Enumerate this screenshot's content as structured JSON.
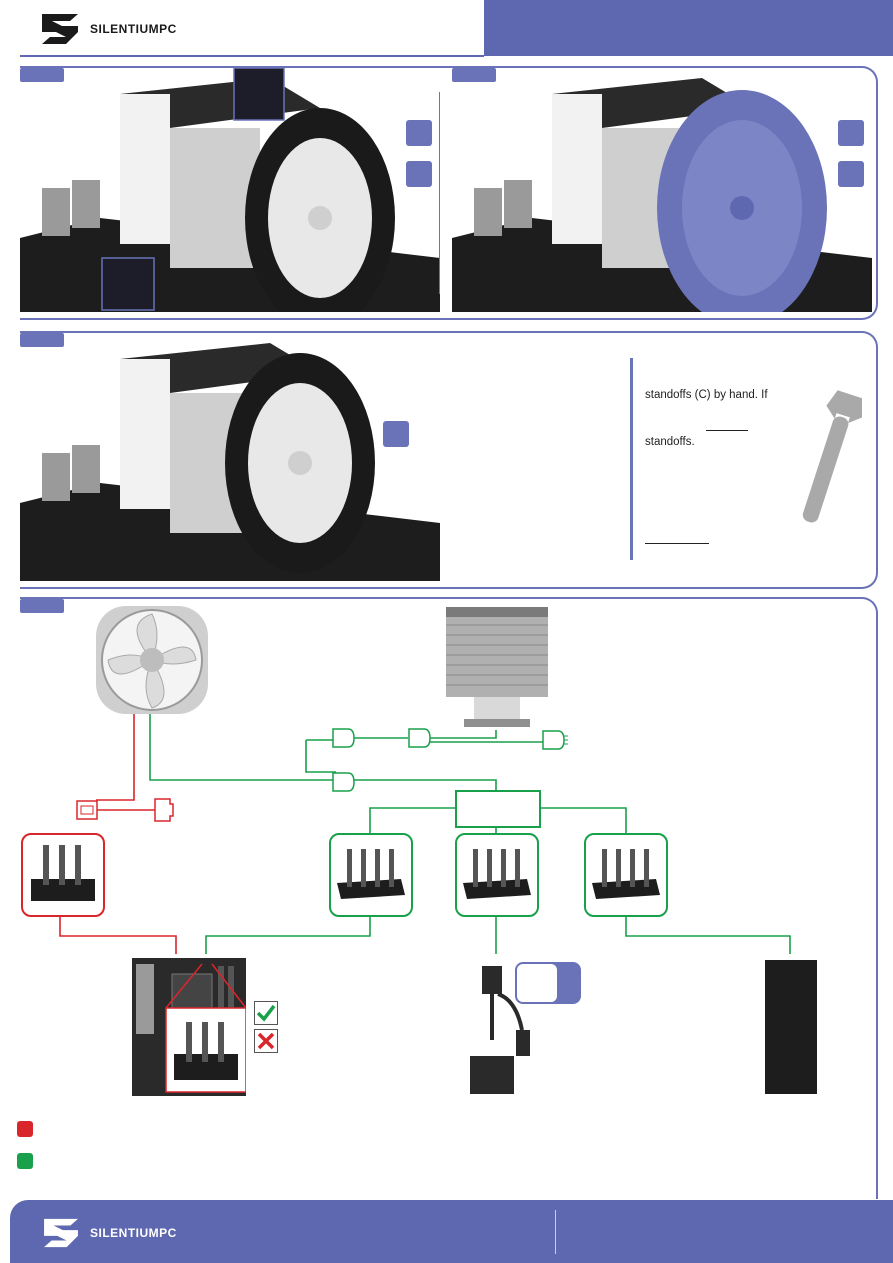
{
  "header": {
    "brand": "SILENTIUMPC",
    "accent_color": "#5e68b0"
  },
  "panel_step2": {
    "instruction_line1": "standoffs (C) by hand. If",
    "instruction_line2": "standoffs."
  },
  "legend": {
    "red_color": "#d9262b",
    "green_color": "#19a04a"
  },
  "footer": {
    "brand": "SILENTIUMPC"
  },
  "icons": {
    "check": "check-icon",
    "cross": "cross-icon",
    "wrench": "wrench-icon",
    "logo": "silentiumpc-logo-icon"
  }
}
